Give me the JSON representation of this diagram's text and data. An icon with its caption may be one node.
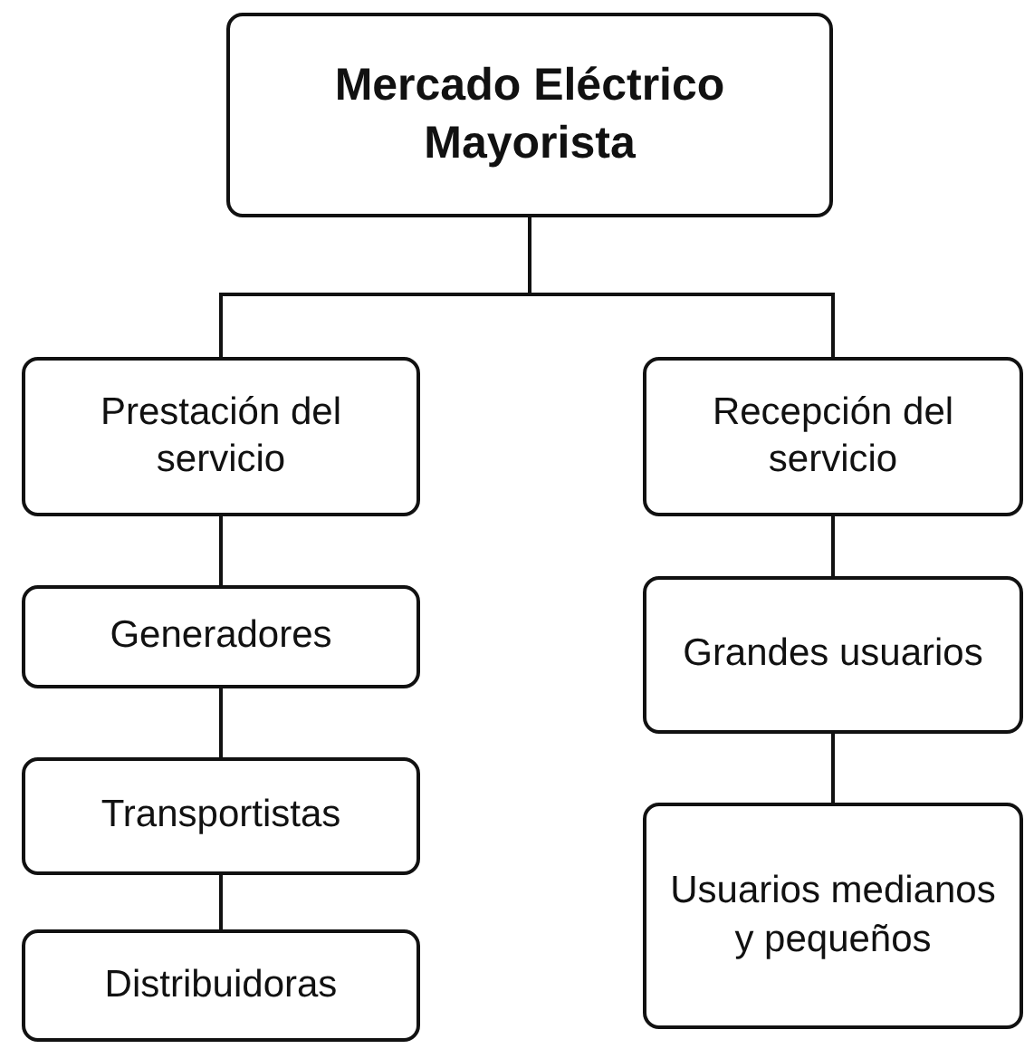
{
  "diagram": {
    "nodes": [
      {
        "text": [
          "Mercado Eléctrico Mayorista"
        ]
      },
      {
        "text": [
          "Prestación del servicio"
        ]
      },
      {
        "text": [
          "Recepción del servicio"
        ]
      },
      {
        "text": [
          "Generadores"
        ]
      },
      {
        "text": [
          "Transportistas"
        ]
      },
      {
        "text": [
          "Distribuidoras"
        ]
      },
      {
        "text": [
          "Grandes usuarios"
        ]
      },
      {
        "text": [
          "Usuarios medianos y pequeños"
        ]
      }
    ],
    "edges": [
      {
        "from": 0,
        "to": 1,
        "arrow": "none"
      },
      {
        "from": 0,
        "to": 2,
        "arrow": "none"
      },
      {
        "from": 1,
        "to": 3,
        "arrow": "none"
      },
      {
        "from": 3,
        "to": 4,
        "arrow": "none"
      },
      {
        "from": 4,
        "to": 5,
        "arrow": "none"
      },
      {
        "from": 2,
        "to": 6,
        "arrow": "none"
      },
      {
        "from": 6,
        "to": 7,
        "arrow": "none"
      }
    ]
  }
}
